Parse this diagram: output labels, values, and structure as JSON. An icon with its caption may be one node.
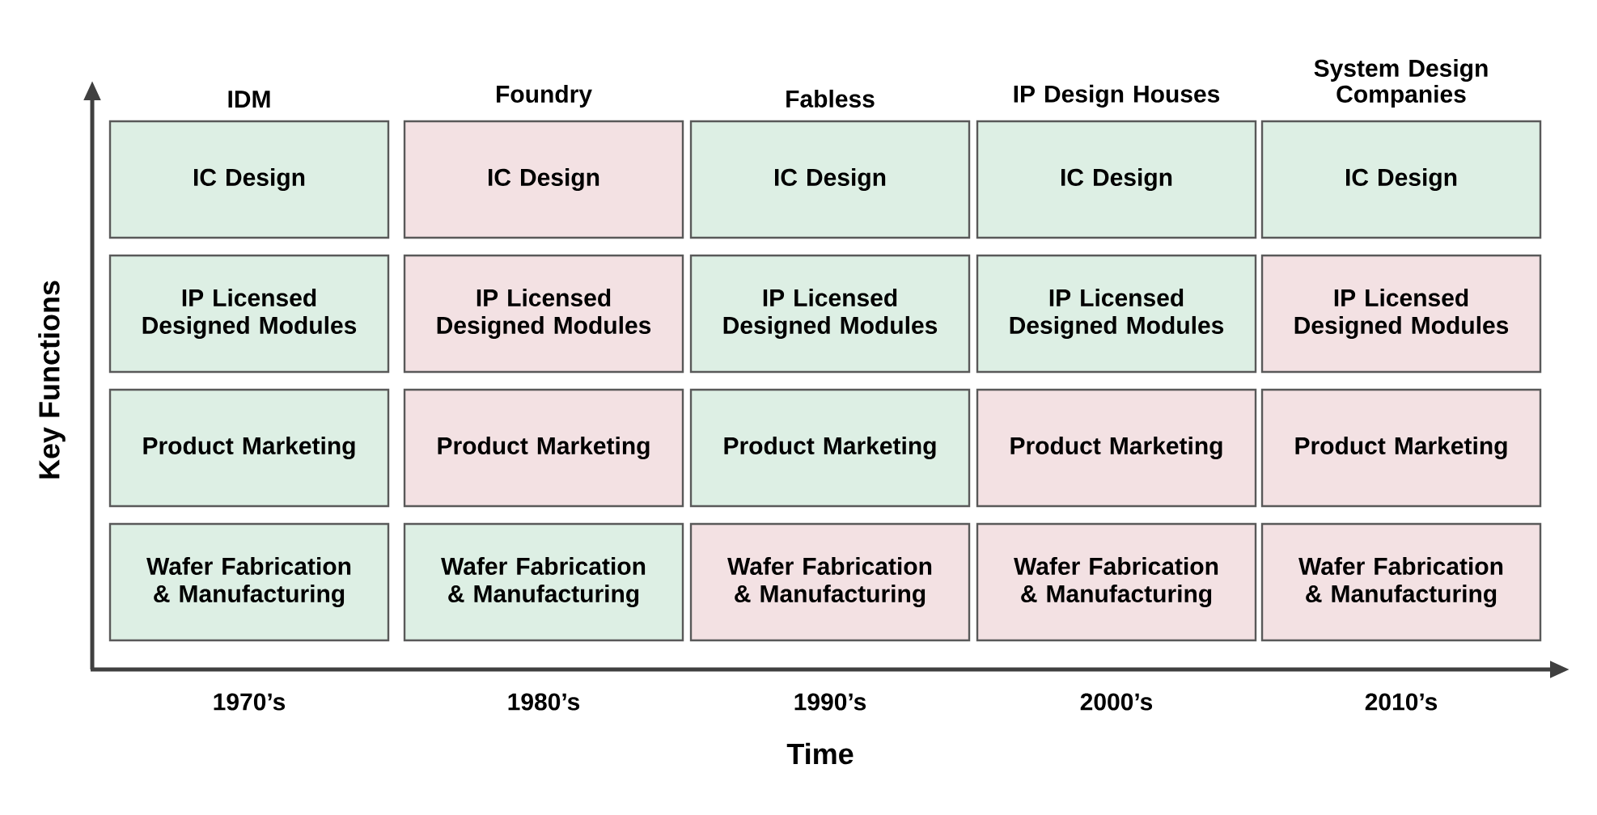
{
  "diagram": {
    "nodes": [
      {
        "text": [
          "IC Design"
        ]
      },
      {
        "text": [
          "IC Design"
        ]
      },
      {
        "text": [
          "IC Design"
        ]
      },
      {
        "text": [
          "IC Design"
        ]
      },
      {
        "text": [
          "IC Design"
        ]
      },
      {
        "text": [
          "IP Licensed Designed Modules"
        ]
      },
      {
        "text": [
          "IP Licensed Designed Modules"
        ]
      },
      {
        "text": [
          "IP Licensed Designed Modules"
        ]
      },
      {
        "text": [
          "IP Licensed Designed Modules"
        ]
      },
      {
        "text": [
          "IP Licensed Designed Modules"
        ]
      },
      {
        "text": [
          "Product Marketing"
        ]
      },
      {
        "text": [
          "Product Marketing"
        ]
      },
      {
        "text": [
          "Product Marketing"
        ]
      },
      {
        "text": [
          "Product Marketing"
        ]
      },
      {
        "text": [
          "Product Marketing"
        ]
      },
      {
        "text": [
          "Wafer Fabrication & Manufacturing"
        ]
      },
      {
        "text": [
          "Wafer Fabrication & Manufacturing"
        ]
      },
      {
        "text": [
          "Wafer Fabrication & Manufacturing"
        ]
      },
      {
        "text": [
          "Wafer Fabrication & Manufacturing"
        ]
      },
      {
        "text": [
          "Wafer Fabrication & Manufacturing"
        ]
      }
    ],
    "labels": [
      "IDM",
      "Foundry",
      "Fabless",
      "IP Design Houses",
      "System Design Companies",
      "Key Functions",
      "1970’s",
      "1980’s",
      "1990’s",
      "2000’s",
      "2010’s",
      "Time"
    ]
  }
}
